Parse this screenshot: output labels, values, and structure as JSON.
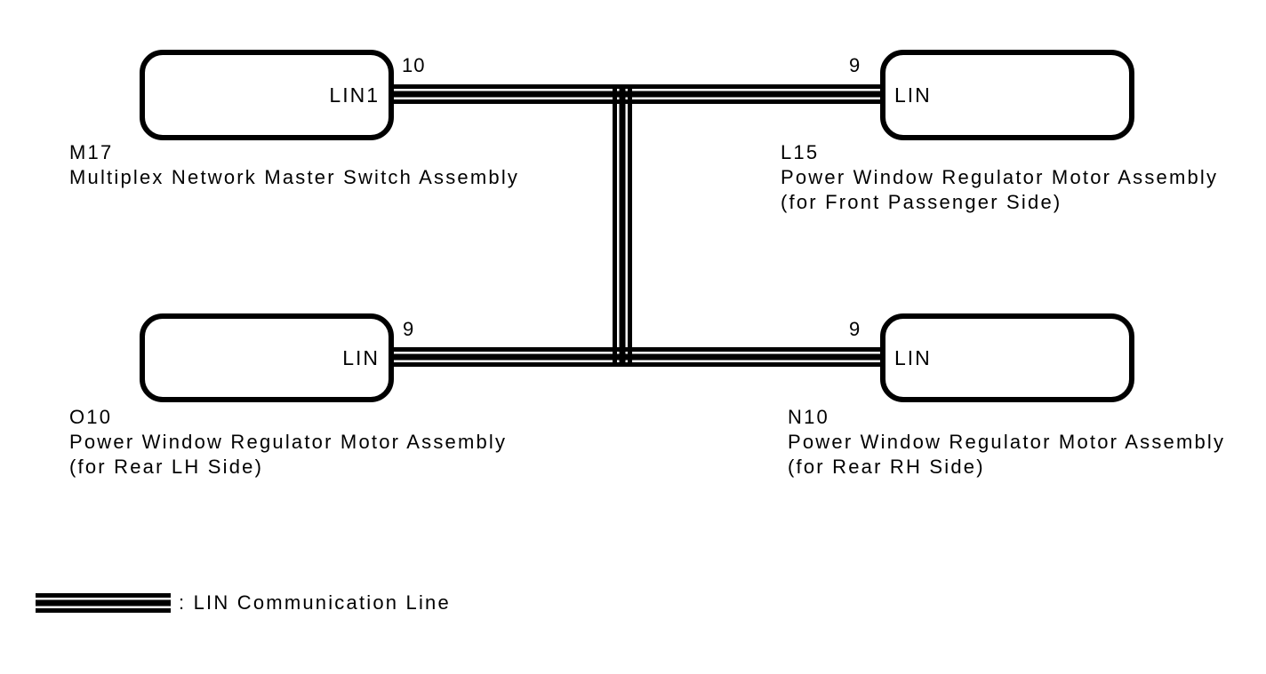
{
  "diagram": {
    "type": "communication-bus-diagram",
    "bus": {
      "name": "LIN Communication Line",
      "connects": [
        "M17",
        "L15",
        "O10",
        "N10"
      ]
    },
    "colors": {
      "line": "#000000",
      "background": "#ffffff",
      "text": "#000000"
    },
    "legend": {
      "label": ": LIN Communication Line"
    },
    "nodes": [
      {
        "code": "M17",
        "name": "Multiplex Network Master Switch Assembly",
        "sub": "",
        "port": "LIN1",
        "pin": "10",
        "position": "top-left"
      },
      {
        "code": "L15",
        "name": "Power Window Regulator Motor Assembly",
        "sub": "(for Front Passenger Side)",
        "port": "LIN",
        "pin": "9",
        "position": "top-right"
      },
      {
        "code": "O10",
        "name": "Power Window Regulator Motor Assembly",
        "sub": "(for Rear LH Side)",
        "port": "LIN",
        "pin": "9",
        "position": "bottom-left"
      },
      {
        "code": "N10",
        "name": "Power Window Regulator Motor Assembly",
        "sub": "(for Rear RH Side)",
        "port": "LIN",
        "pin": "9",
        "position": "bottom-right"
      }
    ]
  }
}
